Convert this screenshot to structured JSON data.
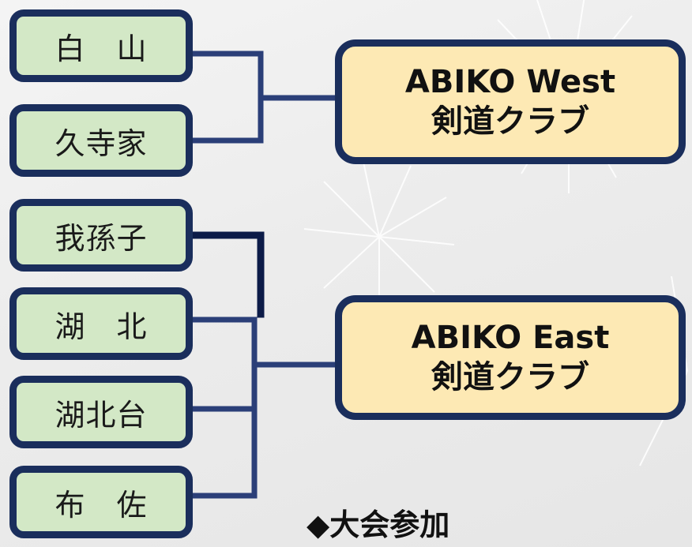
{
  "districts": [
    {
      "name": "白　山"
    },
    {
      "name": "久寺家"
    },
    {
      "name": "我孫子"
    },
    {
      "name": "湖　北"
    },
    {
      "name": "湖北台"
    },
    {
      "name": "布　佐"
    }
  ],
  "clubs": [
    {
      "line1": "ABIKO West",
      "line2": "剣道クラブ"
    },
    {
      "line1": "ABIKO East",
      "line2": "剣道クラブ"
    }
  ],
  "note": "◆大会参加",
  "colors": {
    "border": "#1a2e5c",
    "district_fill": "#d3e8c6",
    "club_fill": "#fde9b4",
    "connector": "#2b3f78"
  }
}
